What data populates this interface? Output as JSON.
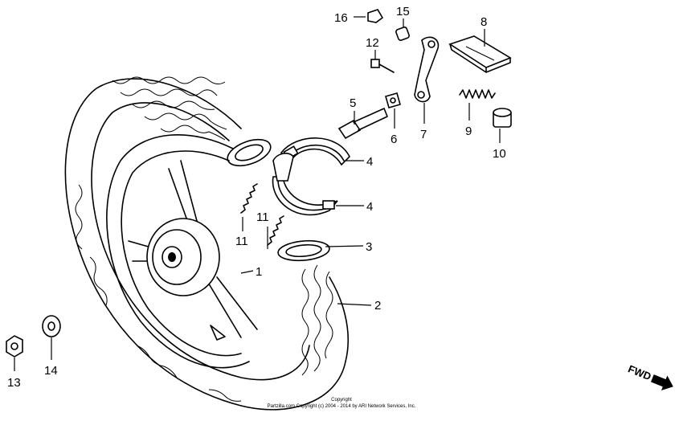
{
  "callouts": [
    {
      "id": "1",
      "label": "1"
    },
    {
      "id": "2",
      "label": "2"
    },
    {
      "id": "3",
      "label": "3"
    },
    {
      "id": "4a",
      "label": "4"
    },
    {
      "id": "4b",
      "label": "4"
    },
    {
      "id": "5",
      "label": "5"
    },
    {
      "id": "6",
      "label": "6"
    },
    {
      "id": "7",
      "label": "7"
    },
    {
      "id": "8",
      "label": "8"
    },
    {
      "id": "9",
      "label": "9"
    },
    {
      "id": "10",
      "label": "10"
    },
    {
      "id": "11a",
      "label": "11"
    },
    {
      "id": "11b",
      "label": "11"
    },
    {
      "id": "12",
      "label": "12"
    },
    {
      "id": "13",
      "label": "13"
    },
    {
      "id": "14",
      "label": "14"
    },
    {
      "id": "15",
      "label": "15"
    },
    {
      "id": "16",
      "label": "16"
    }
  ],
  "fwd_label": "FWD",
  "copyright": {
    "line1": "Copyright",
    "line2": "Partzilla.com Copyright (c) 2004 - 2014 by ARI Network Services, Inc."
  }
}
